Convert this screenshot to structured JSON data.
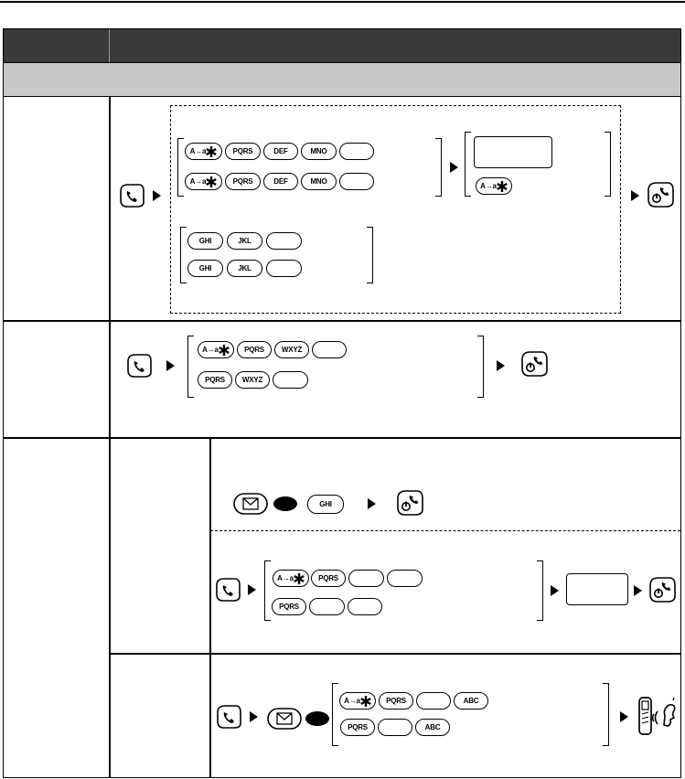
{
  "header": {
    "col1": "",
    "col2": ""
  },
  "section": {
    "title": ""
  },
  "keys": {
    "case": "A→a",
    "pqrs": "PQRS",
    "def": "DEF",
    "mno": "MNO",
    "ghi": "GHI",
    "jkl": "JKL",
    "wxyz": "WXYZ",
    "abc": "ABC"
  },
  "icons": {
    "talk": "talk-handset-icon",
    "end": "end-power-icon",
    "mail": "mail-envelope-icon",
    "navi": "navigator-oval-icon",
    "speak": "phone-speaking-icon",
    "case_star": "case-asterisk-icon"
  },
  "colors": {
    "header_bg": "#3a3a3a",
    "section_bg": "#c8c8c8",
    "line": "#000000"
  }
}
